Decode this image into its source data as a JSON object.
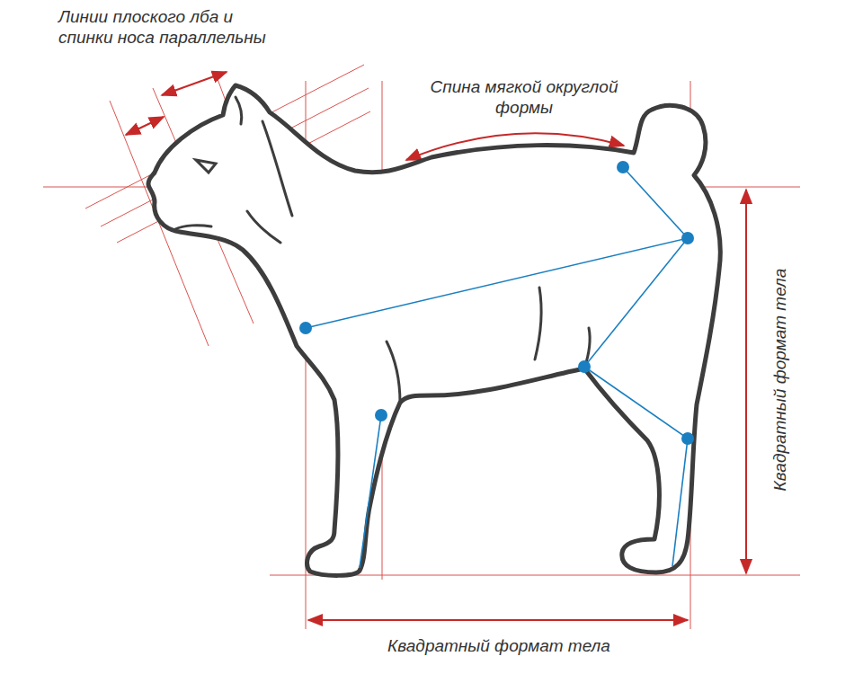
{
  "diagram": {
    "labels": [
      "Линии плоского лба и спинки носа параллельны",
      "Спина мягкой округлой формы",
      "Квадратный формат тела",
      "Квадратный формат тела"
    ]
  }
}
